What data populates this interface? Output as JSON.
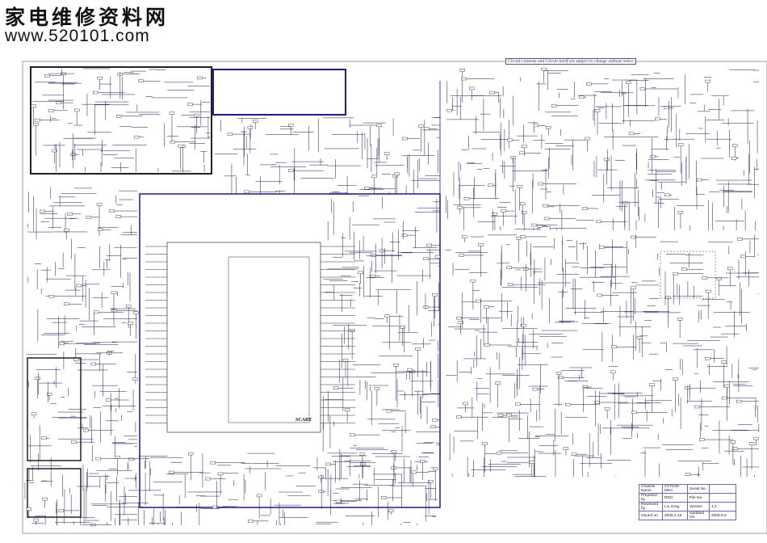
{
  "watermark": {
    "title": "家电维修资料网",
    "url": "www.520101.com"
  },
  "note": "Circuit-contents and Circuit-itself are subject to change without notice",
  "blocks": {
    "scart_label": "SCART"
  },
  "title_block": {
    "chassis_name_label": "Chassis Name",
    "chassis_name": "ST7C00-MKII",
    "serial_no_label": "Serial No.",
    "serial_no": "",
    "prepared_by_label": "Prepared by",
    "prepared_by": "RDO",
    "file_no_label": "File No.",
    "file_no": "",
    "reviewed_by_label": "Reviewed by",
    "reviewed_by": "Liu Greg",
    "version_label": "Version",
    "version": "1.2",
    "issued_on_label": "Issued on",
    "issued_on": "2005.2.16",
    "updated_on_label": "Updated On",
    "updated_on": "2005.6.8"
  },
  "colors": {
    "wire": "#1a1a55",
    "frame": "#1c1c8a",
    "outline": "#111111"
  }
}
